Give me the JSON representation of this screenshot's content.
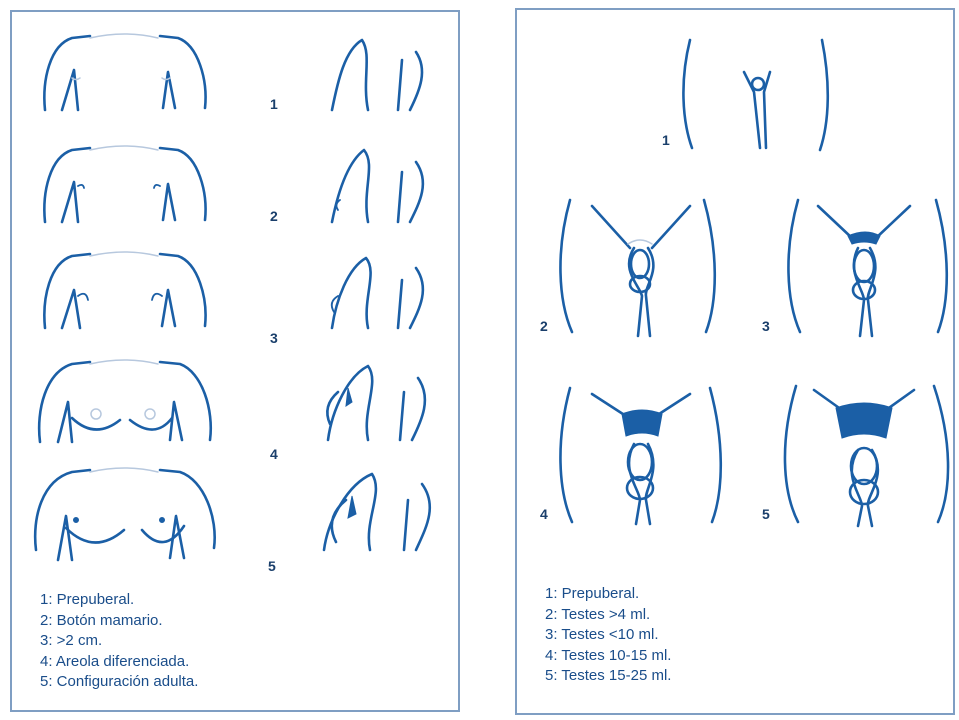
{
  "breast": {
    "stages": [
      "1",
      "2",
      "3",
      "4",
      "5"
    ],
    "legend": [
      "1: Prepuberal.",
      "2: Botón mamario.",
      "3: >2 cm.",
      "4: Areola diferenciada.",
      "5: Configuración adulta."
    ]
  },
  "genital": {
    "stages": [
      "1",
      "2",
      "3",
      "4",
      "5"
    ],
    "legend": [
      "1: Prepuberal.",
      "2: Testes >4 ml.",
      "3: Testes <10 ml.",
      "4: Testes 10-15 ml.",
      "5: Testes 15-25 ml."
    ]
  },
  "colors": {
    "ink": "#1b5fa6",
    "border": "#7f9ec3",
    "text": "#1a4d8a"
  }
}
